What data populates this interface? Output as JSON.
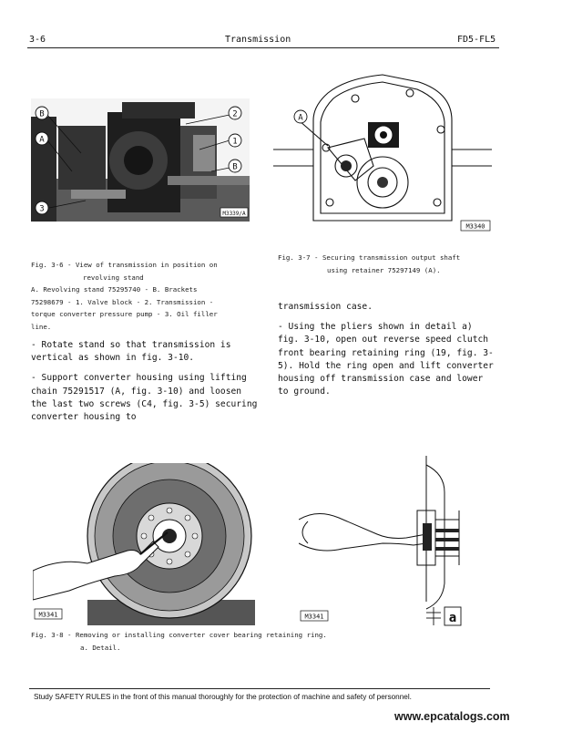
{
  "header": {
    "page_number": "3-6",
    "section": "Transmission",
    "model": "FD5-FL5"
  },
  "figure_3_6": {
    "callouts": [
      "B",
      "A",
      "3",
      "2",
      "1",
      "B"
    ],
    "ref": "M3339/A",
    "caption": [
      "Fig. 3-6 - View of transmission in position on",
      "revolving stand",
      "A. Revolving stand 75295740 - B. Brackets",
      "75298679 - 1. Valve block - 2. Transmission -",
      "torque converter pressure pump - 3. Oil filler",
      "line."
    ]
  },
  "figure_3_7": {
    "callouts": [
      "A"
    ],
    "ref": "M3340",
    "caption": [
      "Fig. 3-7 - Securing transmission output shaft",
      "using retainer 75297149 (A)."
    ]
  },
  "left_text": [
    "- Rotate stand so that transmission is vertical as shown in fig. 3-10.",
    "- Support converter housing using lifting chain 75291517 (A, fig. 3-10) and loosen the last two screws (C4, fig. 3-5) securing converter housing to"
  ],
  "right_text": [
    "transmission case.",
    "- Using the pliers shown in detail a) fig. 3-10, open out reverse speed clutch front bearing retaining ring (19, fig. 3-5). Hold the ring open and lift converter housing off transmission case and lower to ground."
  ],
  "figure_3_8": {
    "ref_left": "M3341",
    "ref_right": "M3341",
    "detail_label": "a",
    "caption": [
      "Fig. 3-8 - Removing or installing converter cover bearing retaining ring.",
      "a. Detail."
    ]
  },
  "footer": {
    "safety_note": "Study SAFETY RULES in the front of this manual thoroughly for the protection of machine and safety of personnel.",
    "watermark": "www.epcatalogs.com"
  },
  "colors": {
    "ink": "#111111",
    "paper": "#ffffff"
  }
}
